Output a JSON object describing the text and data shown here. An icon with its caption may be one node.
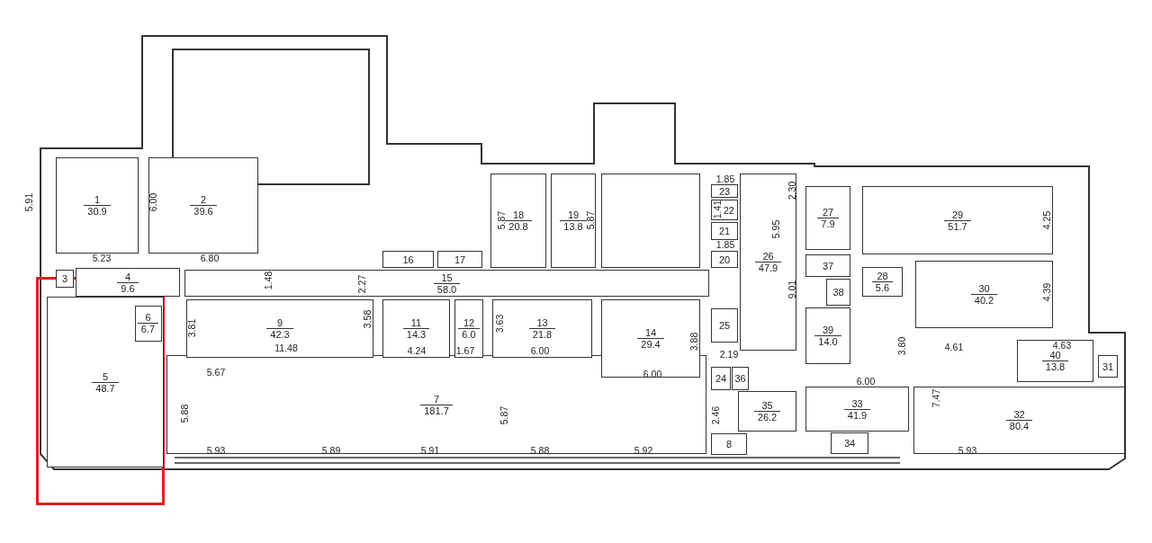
{
  "diagram": {
    "nodes": [
      {
        "text": [
          "1",
          "30.9"
        ]
      },
      {
        "text": [
          "2",
          "39.6"
        ]
      },
      {
        "text": [
          "3"
        ]
      },
      {
        "text": [
          "4",
          "9.6"
        ]
      },
      {
        "text": [
          "5",
          "48.7"
        ]
      },
      {
        "text": [
          "6",
          "6.7"
        ],
        "in": 4
      },
      {
        "text": [
          "7",
          "181.7"
        ]
      },
      {
        "text": [
          "8"
        ]
      },
      {
        "text": [
          "9",
          "42.3"
        ]
      },
      {
        "text": [
          "11",
          "14.3"
        ]
      },
      {
        "text": [
          "12",
          "6.0"
        ]
      },
      {
        "text": [
          "13",
          "21.8"
        ]
      },
      {
        "text": [
          "14",
          "29.4"
        ]
      },
      {
        "text": [
          "15",
          "58.0"
        ]
      },
      {
        "text": [
          "16"
        ]
      },
      {
        "text": [
          "17"
        ]
      },
      {
        "text": [
          "18",
          "20.8"
        ]
      },
      {
        "text": [
          "19",
          "13.8"
        ]
      },
      {
        "text": [],
        "shape": "box"
      },
      {
        "text": [
          "20"
        ]
      },
      {
        "text": [
          "21"
        ]
      },
      {
        "text": [
          "22"
        ]
      },
      {
        "text": [
          "23"
        ]
      },
      {
        "text": [
          "24"
        ]
      },
      {
        "text": [
          "25"
        ]
      },
      {
        "text": [
          "26",
          "47.9"
        ]
      },
      {
        "text": [
          "27",
          "7.9"
        ]
      },
      {
        "text": [
          "28",
          "5.6"
        ]
      },
      {
        "text": [
          "29",
          "51.7"
        ]
      },
      {
        "text": [
          "30",
          "40.2"
        ]
      },
      {
        "text": [
          "31"
        ]
      },
      {
        "text": [
          "32",
          "80.4"
        ]
      },
      {
        "text": [
          "33",
          "41.9"
        ]
      },
      {
        "text": [
          "34"
        ]
      },
      {
        "text": [
          "35",
          "26.2"
        ]
      },
      {
        "text": [
          "36"
        ]
      },
      {
        "text": [
          "37"
        ]
      },
      {
        "text": [
          "38"
        ]
      },
      {
        "text": [
          "39",
          "14.0"
        ]
      },
      {
        "text": [
          "40",
          "13.8"
        ]
      }
    ],
    "labels": [
      "1.85",
      "2.30",
      "1.41",
      "5.91",
      "6.00",
      "5.87",
      "5.87",
      "5.95",
      "4.25",
      "1.85",
      "5.23",
      "6.80",
      "1.48",
      "2.27",
      "9.01",
      "4.39",
      "3.81",
      "3.58",
      "3.63",
      "3.88",
      "3.80",
      "11.48",
      "4.24",
      "1.67",
      "6.00",
      "2.19",
      "4.61",
      "4.63",
      "5.67",
      "6.00",
      "6.00",
      "7.47",
      "5.88",
      "5.87",
      "2.46",
      "5.93",
      "5.89",
      "5.91",
      "5.88",
      "5.92",
      "5.93"
    ]
  }
}
